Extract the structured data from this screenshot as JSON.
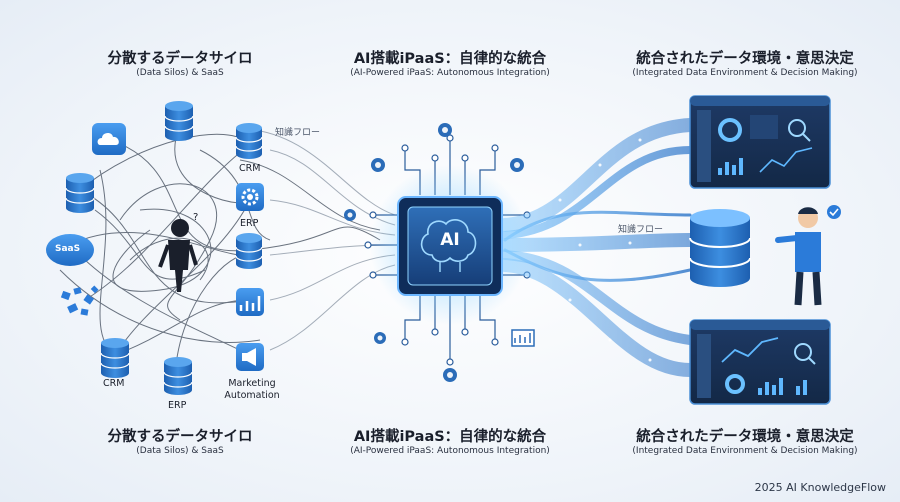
{
  "sections": {
    "left": {
      "title": "分散するデータサイロ",
      "subtitle": "(Data Silos) & SaaS"
    },
    "center": {
      "title": "AI搭載iPaaS：自律的な統合",
      "subtitle": "(AI-Powered iPaaS: Autonomous Integration)"
    },
    "right": {
      "title": "統合されたデータ環境・意思決定",
      "subtitle": "(Integrated Data Environment & Decision Making)"
    }
  },
  "labels": {
    "crm_top": "CRM",
    "erp_mid": "ERP",
    "crm_bottom": "CRM",
    "erp_bottom": "ERP",
    "marketing": "Marketing\nAutomation",
    "saas": "SaaS",
    "ai": "AI",
    "flow_top": "知識フロー",
    "flow_mid": "知識フロー"
  },
  "credit": "2025 AI KnowledgeFlow",
  "colors": {
    "accent": "#2b7bd9",
    "dark_navy": "#16324f",
    "chip": "#1f4f8f",
    "glow": "#5fb8ff"
  }
}
